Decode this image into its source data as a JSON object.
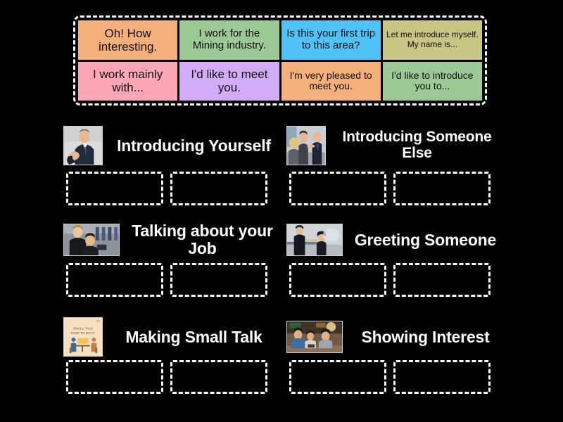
{
  "app": {
    "background_color": "#000000",
    "activity_type": "drag-and-drop group sort"
  },
  "tile_tray": {
    "name": "word-tile-tray",
    "border_color": "#ffffff",
    "rows": [
      [
        {
          "text": "Oh! How interesting.",
          "color": "#f5af7a",
          "font_size": 17
        },
        {
          "text": "I work for the Mining industry.",
          "color": "#9bc894",
          "font_size": 15
        },
        {
          "text": "Is this your first trip to this area?",
          "color": "#4fc3f7",
          "font_size": 15
        },
        {
          "text": "Let me introduce myself. My name is...",
          "color": "#c9c684",
          "font_size": 12
        }
      ],
      [
        {
          "text": "I work mainly with...",
          "color": "#fca6b6",
          "font_size": 17
        },
        {
          "text": "I'd like to meet you.",
          "color": "#d3acf7",
          "font_size": 17
        },
        {
          "text": "I'm very pleased to meet you.",
          "color": "#f5af7a",
          "font_size": 14
        },
        {
          "text": "I'd like to introduce you to...",
          "color": "#9bc894",
          "font_size": 14
        }
      ]
    ]
  },
  "categories": [
    {
      "label": "Introducing Yourself",
      "image_name": "businessman-handshake-photo",
      "thumb_style": "portrait",
      "dropzones": 2
    },
    {
      "label": "Introducing Someone Else",
      "image_name": "three-people-introduction-photo",
      "thumb_style": "square",
      "dropzones": 2
    },
    {
      "label": "Talking about your Job",
      "image_name": "two-workers-in-store-photo",
      "thumb_style": "wide",
      "dropzones": 2
    },
    {
      "label": "Greeting Someone",
      "image_name": "couple-handshake-outdoors-photo",
      "thumb_style": "wide",
      "dropzones": 2
    },
    {
      "label": "Making Small Talk",
      "image_name": "small-talk-how-to-do-it-illustration",
      "thumb_style": "square",
      "dropzones": 2,
      "illustration_text": [
        "SMALL TALK",
        "HOW TO DO IT."
      ]
    },
    {
      "label": "Showing Interest",
      "image_name": "friends-talking-at-cafe-photo",
      "thumb_style": "wide",
      "dropzones": 2
    }
  ]
}
